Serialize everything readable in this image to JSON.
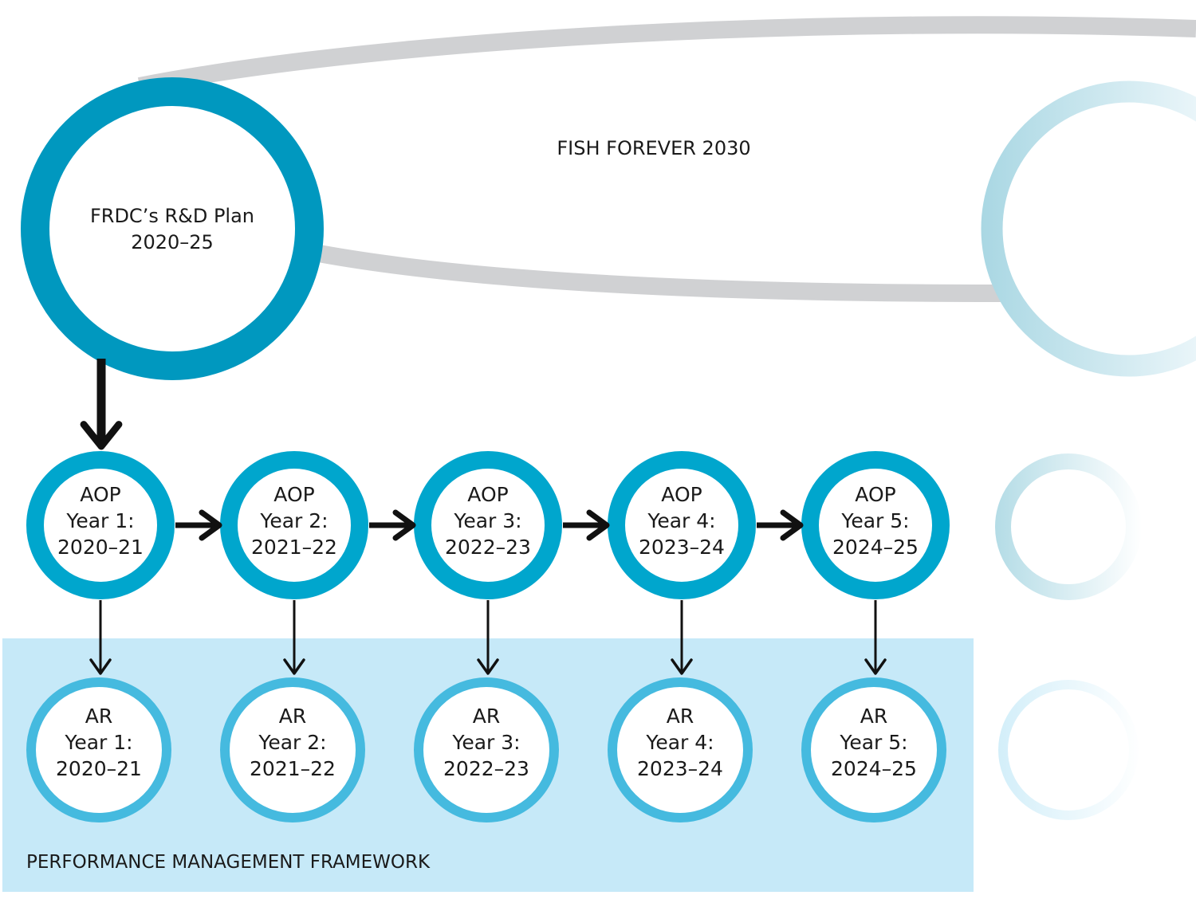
{
  "colors": {
    "plan_ring": "#0098bf",
    "aop_ring": "#00a6cd",
    "ar_ring": "#45badf",
    "framework_bg": "#c6e9f8",
    "orbit": "#d0d1d3",
    "arrow": "#111111"
  },
  "fish_forever": {
    "label": "FISH FOREVER 2030"
  },
  "rd_plan": {
    "line1": "FRDC’s R&D Plan",
    "line2": "2020–25"
  },
  "aop": [
    {
      "line1": "AOP",
      "line2": "Year 1:",
      "line3": "2020–21"
    },
    {
      "line1": "AOP",
      "line2": "Year 2:",
      "line3": "2021–22"
    },
    {
      "line1": "AOP",
      "line2": "Year 3:",
      "line3": "2022–23"
    },
    {
      "line1": "AOP",
      "line2": "Year 4:",
      "line3": "2023–24"
    },
    {
      "line1": "AOP",
      "line2": "Year 5:",
      "line3": "2024–25"
    }
  ],
  "ar": [
    {
      "line1": "AR",
      "line2": "Year 1:",
      "line3": "2020–21"
    },
    {
      "line1": "AR",
      "line2": "Year 2:",
      "line3": "2021–22"
    },
    {
      "line1": "AR",
      "line2": "Year 3:",
      "line3": "2022–23"
    },
    {
      "line1": "AR",
      "line2": "Year 4:",
      "line3": "2023–24"
    },
    {
      "line1": "AR",
      "line2": "Year 5:",
      "line3": "2024–25"
    }
  ],
  "framework": {
    "label": "PERFORMANCE MANAGEMENT FRAMEWORK"
  }
}
